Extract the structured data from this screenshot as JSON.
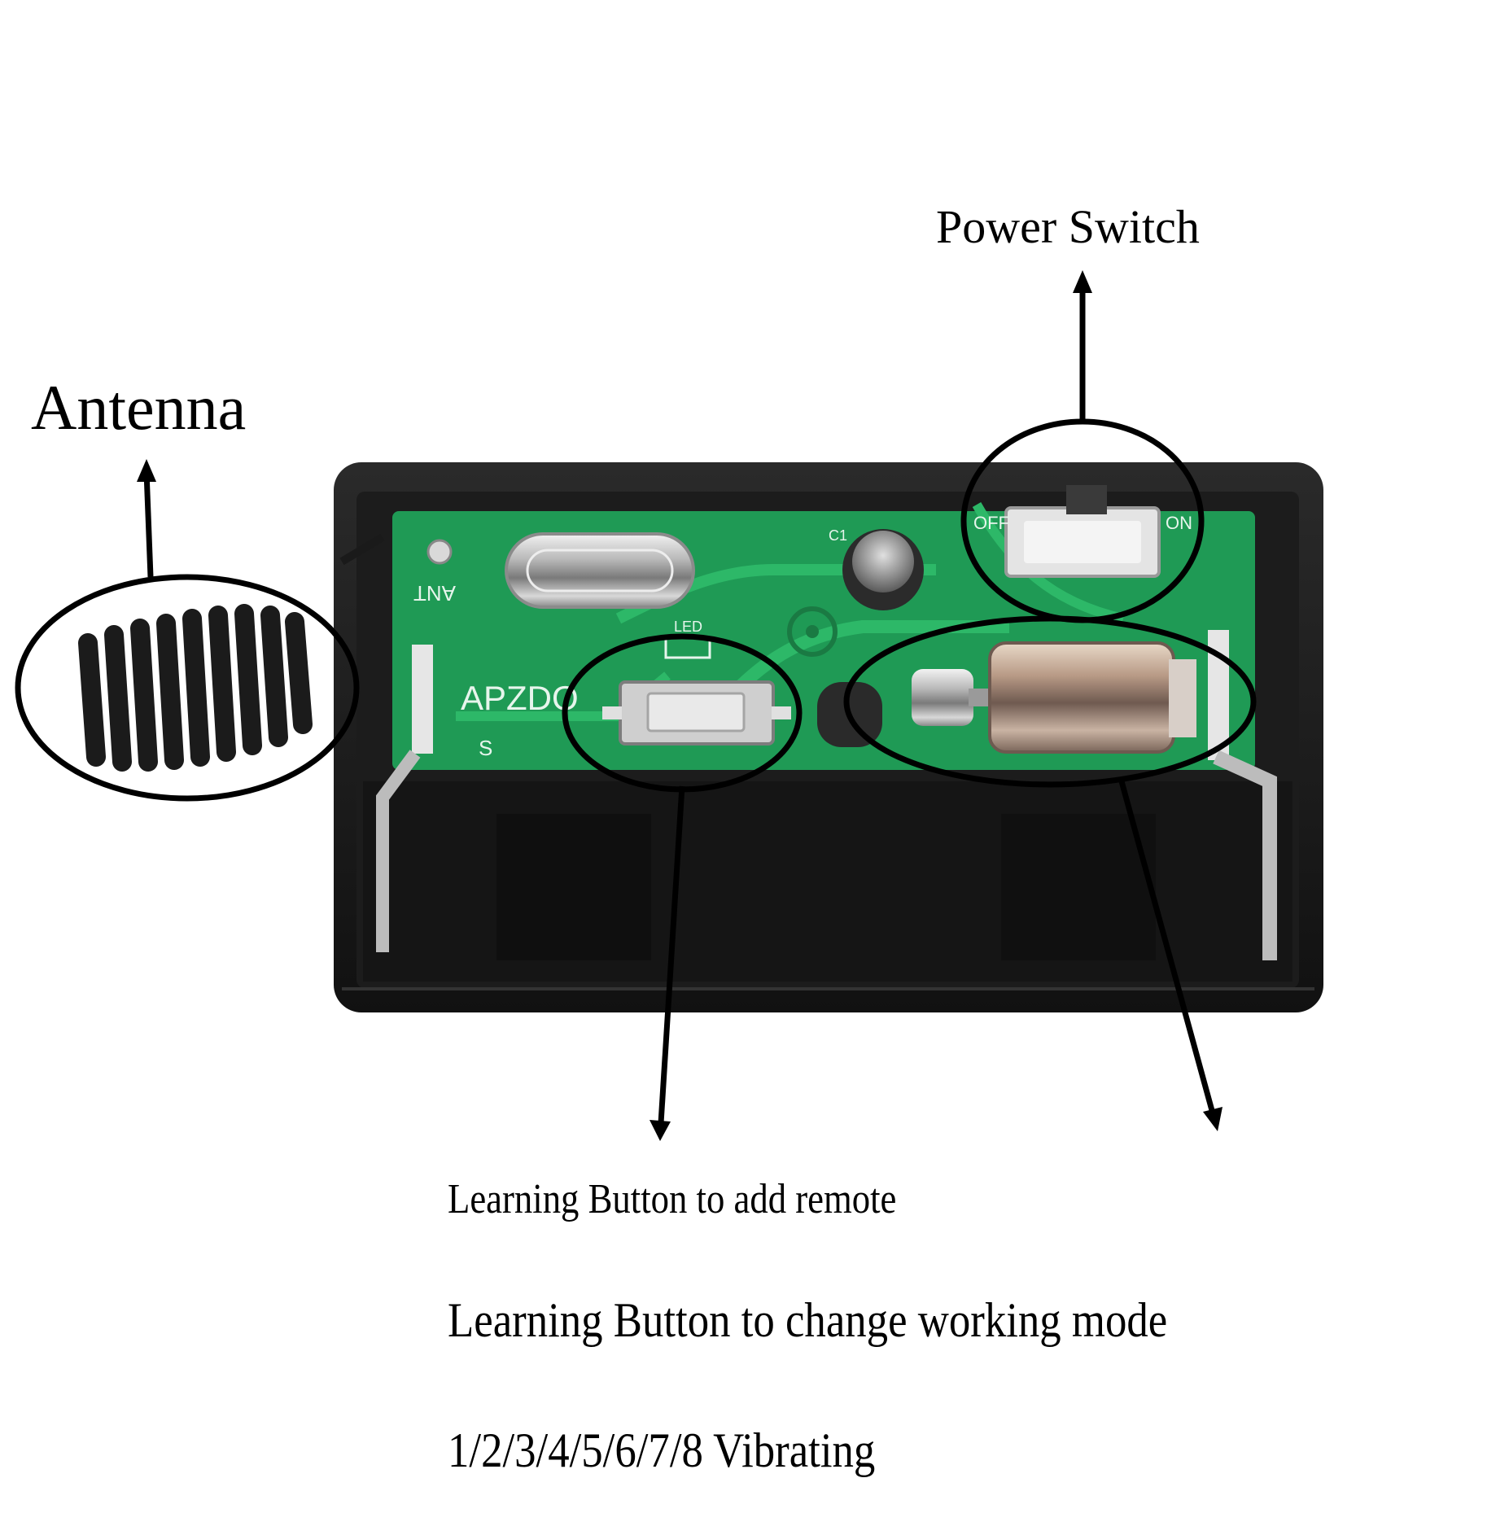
{
  "labels": {
    "antenna": "Antenna",
    "power_switch": "Power Switch",
    "learning_add": "Learning Button to add remote",
    "learning_mode": "Learning Button to change working mode",
    "vibrating": "1/2/3/4/5/6/7/8 Vibrating"
  },
  "board": {
    "brand": "APZDO",
    "ant": "ANT",
    "led": "LED",
    "c1": "C1",
    "on": "ON",
    "off": "OFF",
    "s": "S"
  },
  "colors": {
    "background": "#ffffff",
    "pcb": "#1f9a55",
    "case": "#1a1a1a",
    "annotation": "#000000"
  }
}
